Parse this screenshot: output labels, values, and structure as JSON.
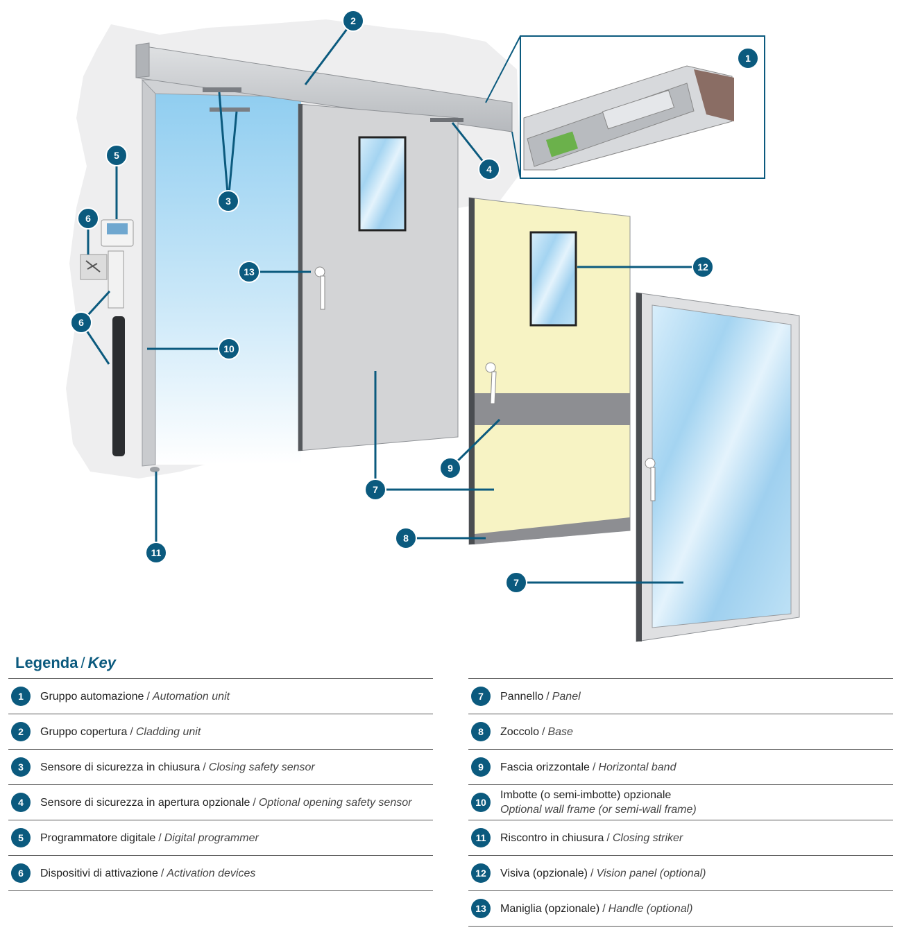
{
  "callouts": {
    "c1": "1",
    "c2": "2",
    "c3": "3",
    "c4": "4",
    "c5": "5",
    "c6a": "6",
    "c6b": "6",
    "c7a": "7",
    "c7b": "7",
    "c8": "8",
    "c9": "9",
    "c10": "10",
    "c11": "11",
    "c12": "12",
    "c13": "13"
  },
  "legend": {
    "title_it": "Legenda",
    "title_sep": "/",
    "title_en": "Key",
    "left": [
      {
        "num": "1",
        "it": "Gruppo automazione",
        "sep": "/",
        "en": "Automation unit"
      },
      {
        "num": "2",
        "it": "Gruppo copertura",
        "sep": "/",
        "en": "Cladding unit"
      },
      {
        "num": "3",
        "it": "Sensore di sicurezza in chiusura",
        "sep": "/",
        "en": "Closing safety sensor"
      },
      {
        "num": "4",
        "it": "Sensore di sicurezza in apertura opzionale",
        "sep": "/",
        "en": "Optional opening safety sensor"
      },
      {
        "num": "5",
        "it": "Programmatore digitale",
        "sep": "/",
        "en": "Digital programmer"
      },
      {
        "num": "6",
        "it": "Dispositivi di attivazione",
        "sep": "/",
        "en": "Activation devices"
      }
    ],
    "right": [
      {
        "num": "7",
        "it": "Pannello",
        "sep": "/",
        "en": "Panel"
      },
      {
        "num": "8",
        "it": "Zoccolo",
        "sep": "/",
        "en": "Base"
      },
      {
        "num": "9",
        "it": "Fascia orizzontale",
        "sep": "/",
        "en": "Horizontal band"
      },
      {
        "num": "10",
        "it": "Imbotte (o semi-imbotte) opzionale",
        "sep": "",
        "en": "Optional wall frame (or semi-wall frame)"
      },
      {
        "num": "11",
        "it": "Riscontro in chiusura",
        "sep": "/",
        "en": "Closing striker"
      },
      {
        "num": "12",
        "it": "Visiva (opzionale)",
        "sep": "/",
        "en": "Vision panel (optional)"
      },
      {
        "num": "13",
        "it": "Maniglia (opzionale)",
        "sep": "/",
        "en": "Handle (optional)"
      }
    ]
  },
  "colors": {
    "accent": "#0b5a7e",
    "glass": "#a9d7f2",
    "door_grey": "#d3d4d6",
    "panel_cream": "#f7f3c4",
    "band_grey": "#8d8e92"
  }
}
